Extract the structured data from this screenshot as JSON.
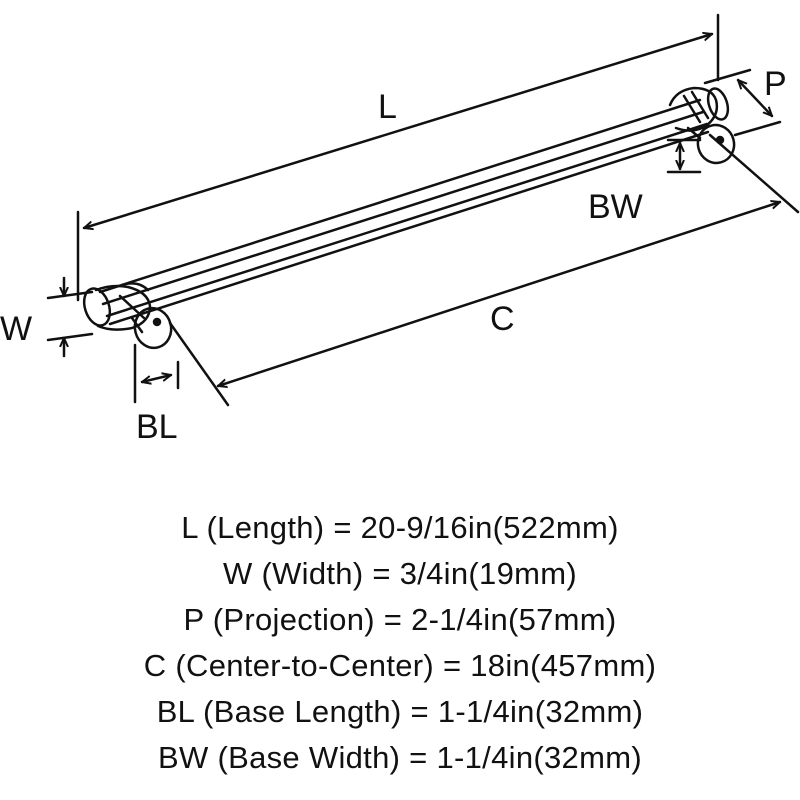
{
  "dimension_labels": {
    "length": "L",
    "projection": "P",
    "base_width": "BW",
    "width": "W",
    "center_to_center": "C",
    "base_length": "BL"
  },
  "specs": [
    "L (Length) = 20-9/16in(522mm)",
    "W (Width) = 3/4in(19mm)",
    "P (Projection) = 2-1/4in(57mm)",
    "C (Center-to-Center) = 18in(457mm)",
    "BL (Base Length) = 1-1/4in(32mm)",
    "BW (Base Width) = 1-1/4in(32mm)"
  ],
  "colors": {
    "line": "#111111",
    "background": "#ffffff"
  }
}
